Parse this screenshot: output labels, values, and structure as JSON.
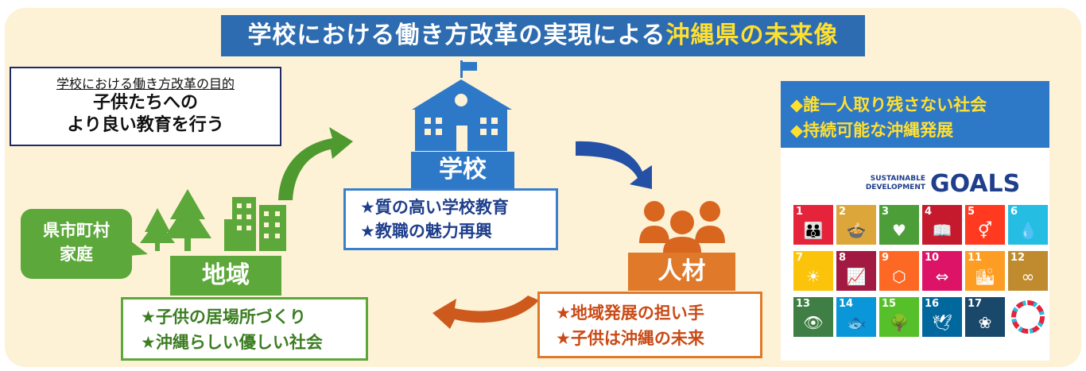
{
  "title": {
    "part1": "学校における働き方改革の実現による",
    "part2": "沖縄県の未来像"
  },
  "purpose": {
    "caption": "学校における働き方改革の目的",
    "line1": "子供たちへの",
    "line2": "より良い教育を行う"
  },
  "school": {
    "label": "学校",
    "items": [
      "★質の高い学校教育",
      "★教職の魅力再興"
    ]
  },
  "jinzai": {
    "label": "人材",
    "items": [
      "★地域発展の担い手",
      "★子供は沖縄の未来"
    ]
  },
  "chiiki": {
    "label": "地域",
    "items": [
      "★子供の居場所づくり",
      "★沖縄らしい優しい社会"
    ]
  },
  "bubble": {
    "line1": "県市町村",
    "line2": "家庭"
  },
  "sdgs": {
    "items": [
      "◆誰一人取り残さない社会",
      "◆持続可能な沖縄発展"
    ],
    "logo_small_1": "SUSTAINABLE",
    "logo_small_2": "DEVELOPMENT",
    "logo_big": "GOALS",
    "tiles": [
      {
        "num": "1",
        "color": "#e5243b"
      },
      {
        "num": "2",
        "color": "#dda63a"
      },
      {
        "num": "3",
        "color": "#4c9f38"
      },
      {
        "num": "4",
        "color": "#c5192d"
      },
      {
        "num": "5",
        "color": "#ff3a21"
      },
      {
        "num": "6",
        "color": "#26bde2"
      },
      {
        "num": "7",
        "color": "#fcc30b"
      },
      {
        "num": "8",
        "color": "#a21942"
      },
      {
        "num": "9",
        "color": "#fd6925"
      },
      {
        "num": "10",
        "color": "#dd1367"
      },
      {
        "num": "11",
        "color": "#fd9d24"
      },
      {
        "num": "12",
        "color": "#bf8b2e"
      },
      {
        "num": "13",
        "color": "#3f7e44"
      },
      {
        "num": "14",
        "color": "#0a97d9"
      },
      {
        "num": "15",
        "color": "#56c02b"
      },
      {
        "num": "16",
        "color": "#00689d"
      },
      {
        "num": "17",
        "color": "#19486a"
      }
    ]
  },
  "colors": {
    "school": "#2e78c8",
    "jinzai": "#e07a2a",
    "chiiki": "#5ca83a",
    "title": "#2d6cb0",
    "highlight": "#ffe030"
  }
}
